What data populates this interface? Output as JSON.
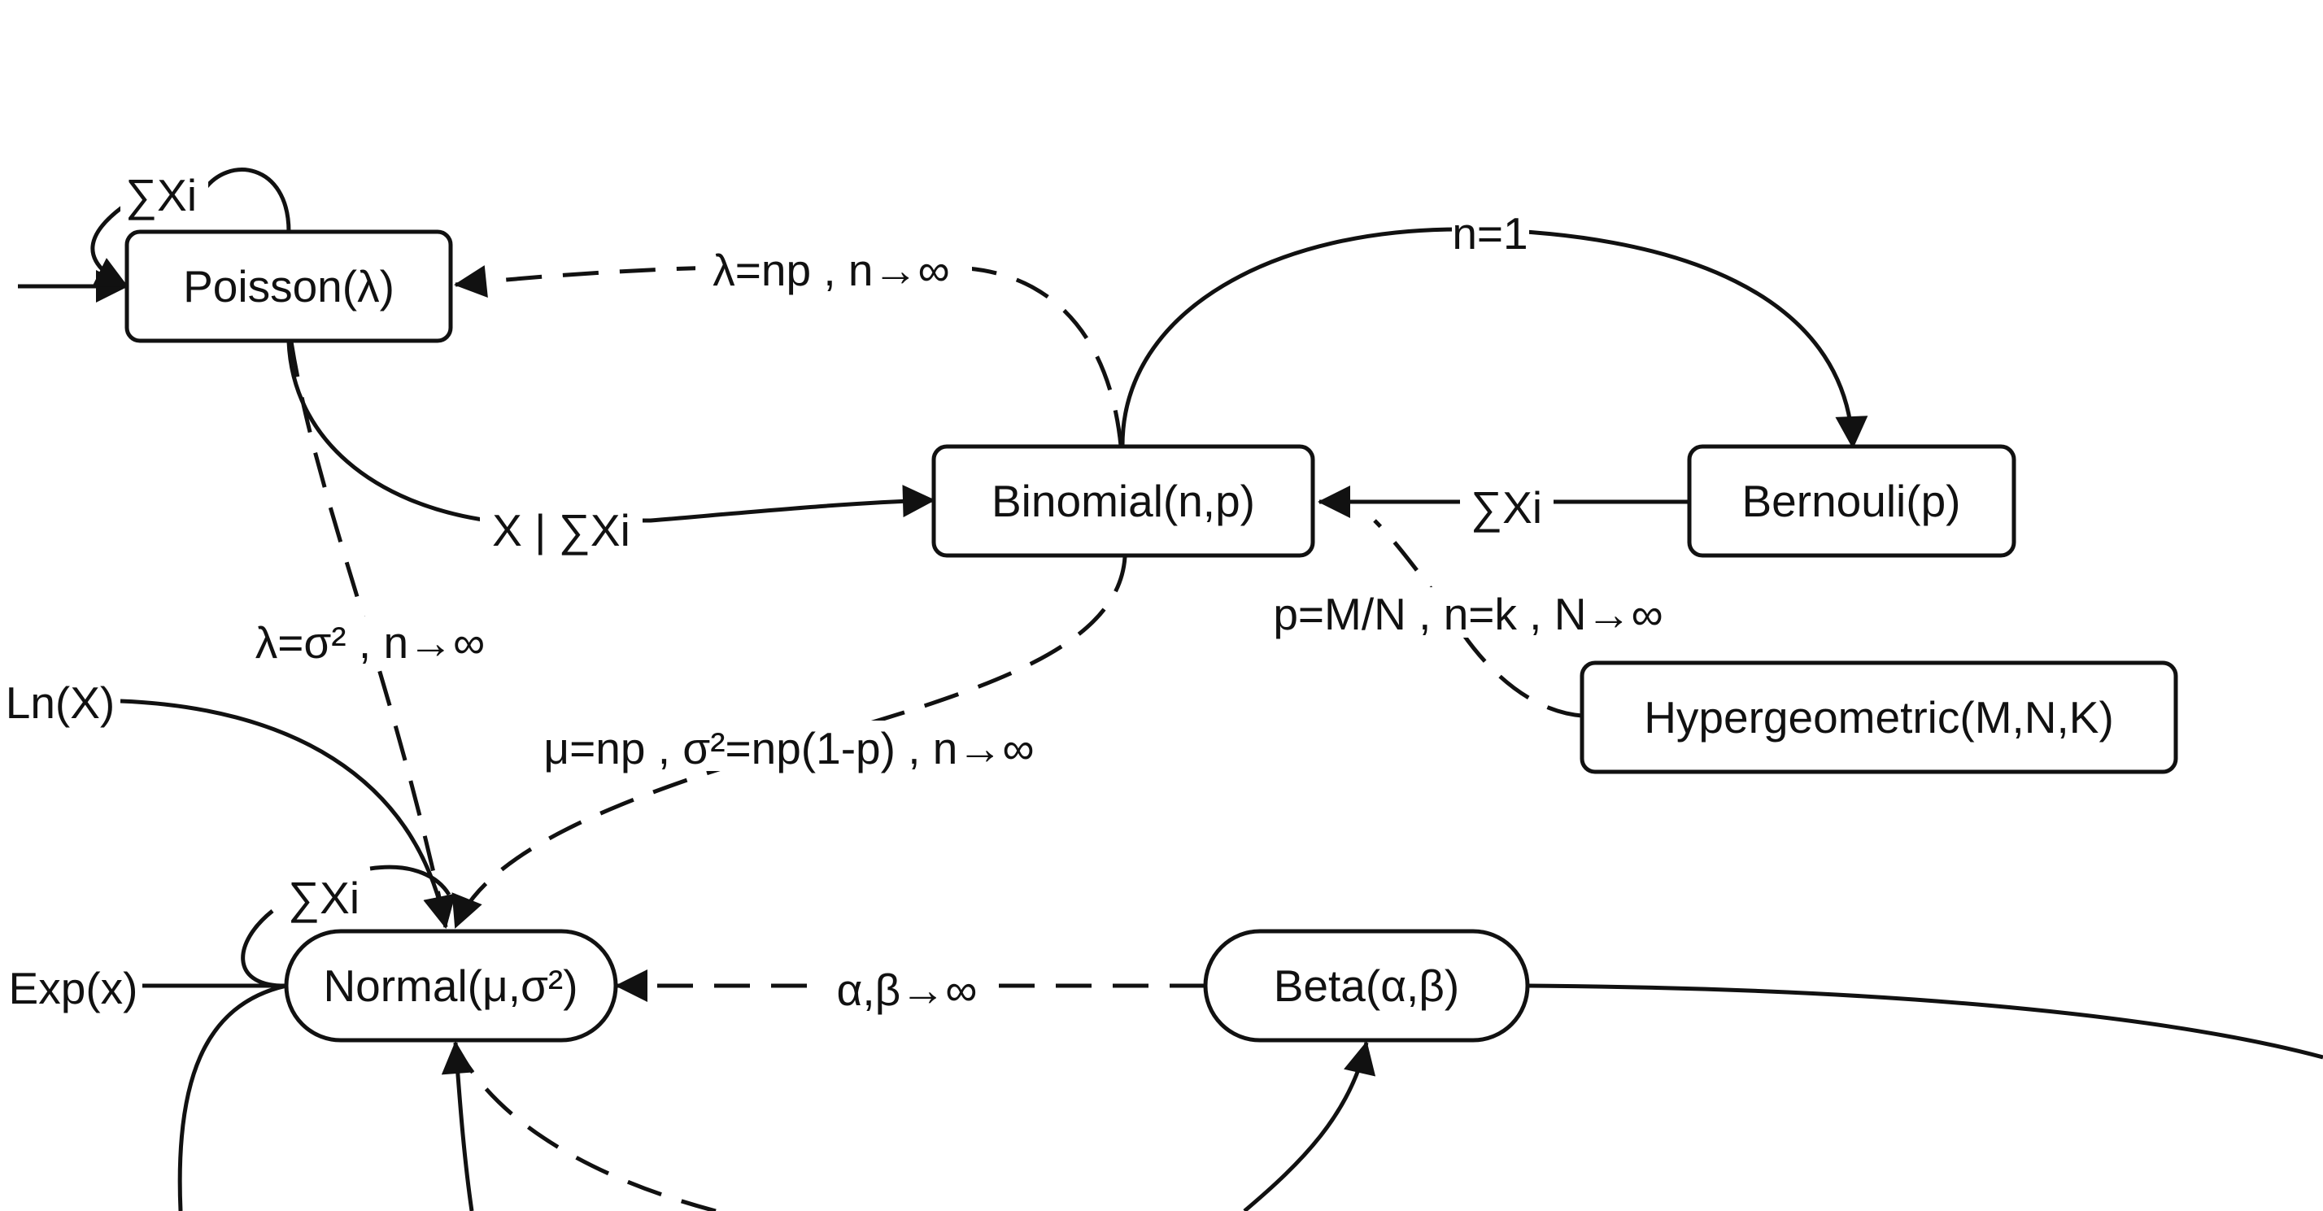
{
  "nodes": {
    "poisson": "Poisson(λ)",
    "binomial": "Binomial(n,p)",
    "bernoulli": "Bernouli(p)",
    "hypergeometric": "Hypergeometric(M,N,K)",
    "normal": "Normal(μ,σ²)",
    "beta": "Beta(α,β)"
  },
  "edge_labels": {
    "poisson_self_sum": "∑Xi",
    "poisson_from_binomial_limit": "λ=np , n→∞",
    "binomial_to_bernoulli": "n=1",
    "bernoulli_to_binomial_sum": "∑Xi",
    "poisson_to_binomial_conditional": "X | ∑Xi",
    "hypergeometric_to_binomial": "p=M/N , n=k , N→∞",
    "poisson_to_normal": "λ=σ² , n→∞",
    "lognormal_to_normal": "Ln(X)",
    "binomial_to_normal": "μ=np , σ²=np(1-p) , n→∞",
    "normal_self_sum": "∑Xi",
    "exp_to_normal": "Exp(x)",
    "beta_to_normal": "α,β→∞"
  }
}
